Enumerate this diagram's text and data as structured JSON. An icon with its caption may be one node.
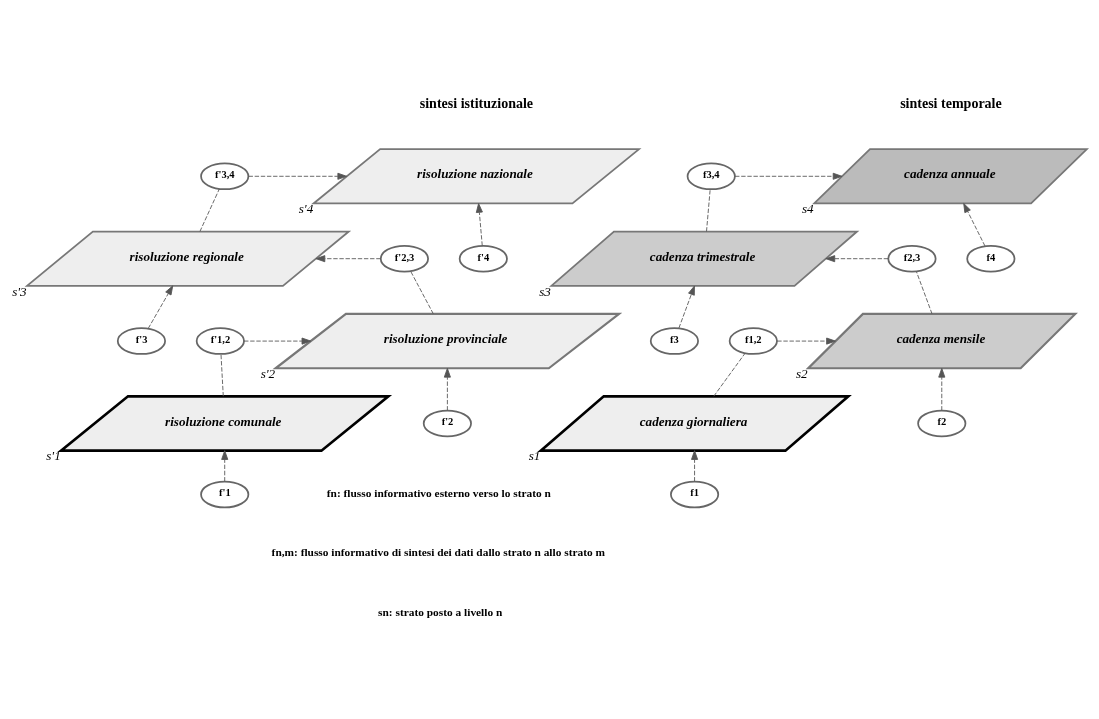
{
  "diagram": {
    "nodes": [
      {
        "text": [
          "risoluzione nazionale"
        ],
        "beside": [
          "s'4"
        ]
      },
      {
        "text": [
          "risoluzione regionale"
        ],
        "beside": [
          "s'3"
        ]
      },
      {
        "text": [
          "risoluzione provinciale"
        ],
        "beside": [
          "s'2"
        ]
      },
      {
        "text": [
          "risoluzione comunale"
        ],
        "beside": [
          "s'1"
        ]
      },
      {
        "text": [
          "f'4"
        ]
      },
      {
        "text": [
          "f'3"
        ]
      },
      {
        "text": [
          "f'2"
        ]
      },
      {
        "text": [
          "f'1"
        ]
      },
      {
        "text": [
          "f'3,4"
        ]
      },
      {
        "text": [
          "f'2,3"
        ]
      },
      {
        "text": [
          "f'1,2"
        ]
      },
      {
        "text": [
          "cadenza annuale"
        ],
        "beside": [
          "s4"
        ]
      },
      {
        "text": [
          "cadenza trimestrale"
        ],
        "beside": [
          "s3"
        ]
      },
      {
        "text": [
          "cadenza mensile"
        ],
        "beside": [
          "s2"
        ]
      },
      {
        "text": [
          "cadenza giornaliera"
        ],
        "beside": [
          "s1"
        ]
      },
      {
        "text": [
          "f4"
        ]
      },
      {
        "text": [
          "f3"
        ]
      },
      {
        "text": [
          "f2"
        ]
      },
      {
        "text": [
          "f1"
        ]
      },
      {
        "text": [
          "f3,4"
        ]
      },
      {
        "text": [
          "f2,3"
        ]
      },
      {
        "text": [
          "f1,2"
        ]
      }
    ],
    "edges": [
      {
        "from": 4,
        "to": 0,
        "arrow": "to",
        "style": "dashed"
      },
      {
        "from": 5,
        "to": 1,
        "arrow": "to",
        "style": "dashed"
      },
      {
        "from": 6,
        "to": 2,
        "arrow": "to",
        "style": "dashed"
      },
      {
        "from": 7,
        "to": 3,
        "arrow": "to",
        "style": "dashed"
      },
      {
        "from": 3,
        "to": 10,
        "arrow": "none",
        "style": "dashed"
      },
      {
        "from": 10,
        "to": 2,
        "arrow": "to",
        "style": "dashed"
      },
      {
        "from": 2,
        "to": 9,
        "arrow": "none",
        "style": "dashed"
      },
      {
        "from": 9,
        "to": 1,
        "arrow": "to",
        "style": "dashed"
      },
      {
        "from": 1,
        "to": 8,
        "arrow": "none",
        "style": "dashed"
      },
      {
        "from": 8,
        "to": 0,
        "arrow": "to",
        "style": "dashed"
      },
      {
        "from": 15,
        "to": 11,
        "arrow": "to",
        "style": "dashed"
      },
      {
        "from": 16,
        "to": 12,
        "arrow": "to",
        "style": "dashed"
      },
      {
        "from": 17,
        "to": 13,
        "arrow": "to",
        "style": "dashed"
      },
      {
        "from": 18,
        "to": 14,
        "arrow": "to",
        "style": "dashed"
      },
      {
        "from": 14,
        "to": 21,
        "arrow": "none",
        "style": "dashed"
      },
      {
        "from": 21,
        "to": 13,
        "arrow": "to",
        "style": "dashed"
      },
      {
        "from": 13,
        "to": 20,
        "arrow": "none",
        "style": "dashed"
      },
      {
        "from": 20,
        "to": 12,
        "arrow": "to",
        "style": "dashed"
      },
      {
        "from": 12,
        "to": 19,
        "arrow": "none",
        "style": "dashed"
      },
      {
        "from": 19,
        "to": 11,
        "arrow": "to",
        "style": "dashed"
      }
    ],
    "labels": [
      "sintesi istituzionale",
      "sintesi temporale",
      "sn: strato posto a livello n",
      "fn,m: flusso informativo di sintesi dei dati dallo strato n allo strato m",
      "fn: flusso informativo esterno verso lo strato n"
    ]
  }
}
